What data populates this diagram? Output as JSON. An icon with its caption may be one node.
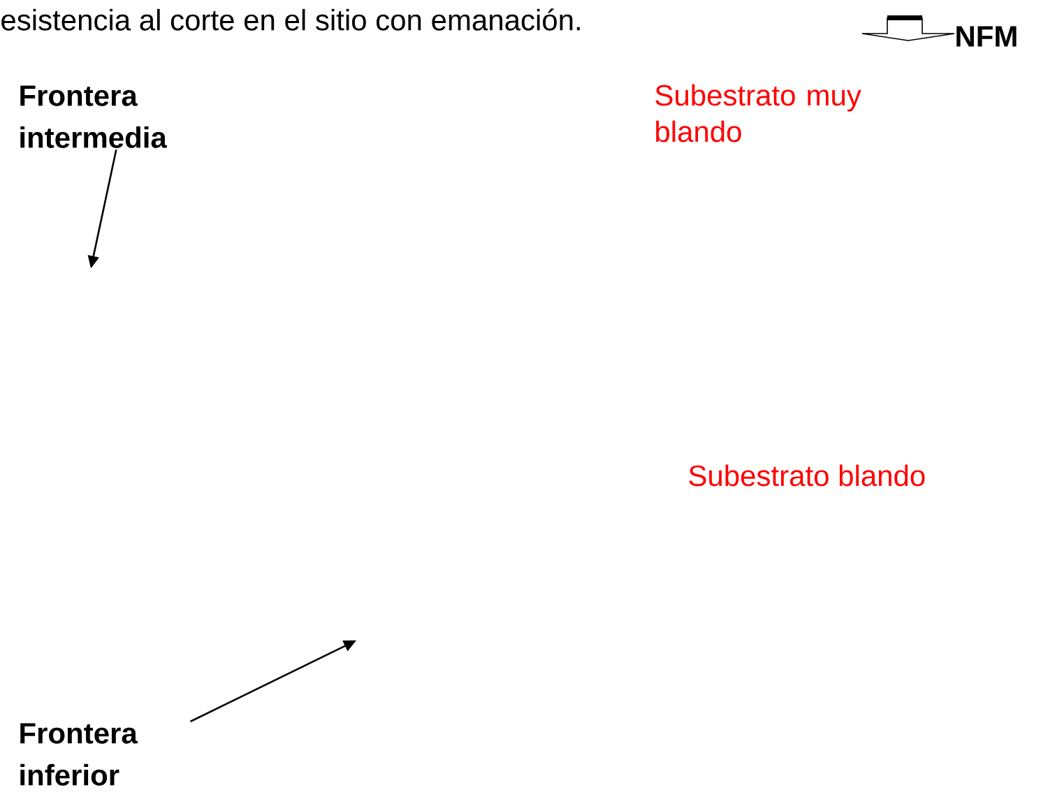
{
  "diagram": {
    "nodes": [
      {
        "text": [
          "Frontera intermedia"
        ]
      },
      {
        "text": [
          "Frontera inferior"
        ]
      }
    ],
    "edges": [
      {
        "from": 0,
        "to": null,
        "arrow": "to"
      },
      {
        "from": 1,
        "to": null,
        "arrow": "to"
      }
    ],
    "labels": [
      "esistencia al corte en el sitio con emanación.",
      "NFM",
      "Subestrato muy blando",
      "Subestrato blando"
    ]
  }
}
